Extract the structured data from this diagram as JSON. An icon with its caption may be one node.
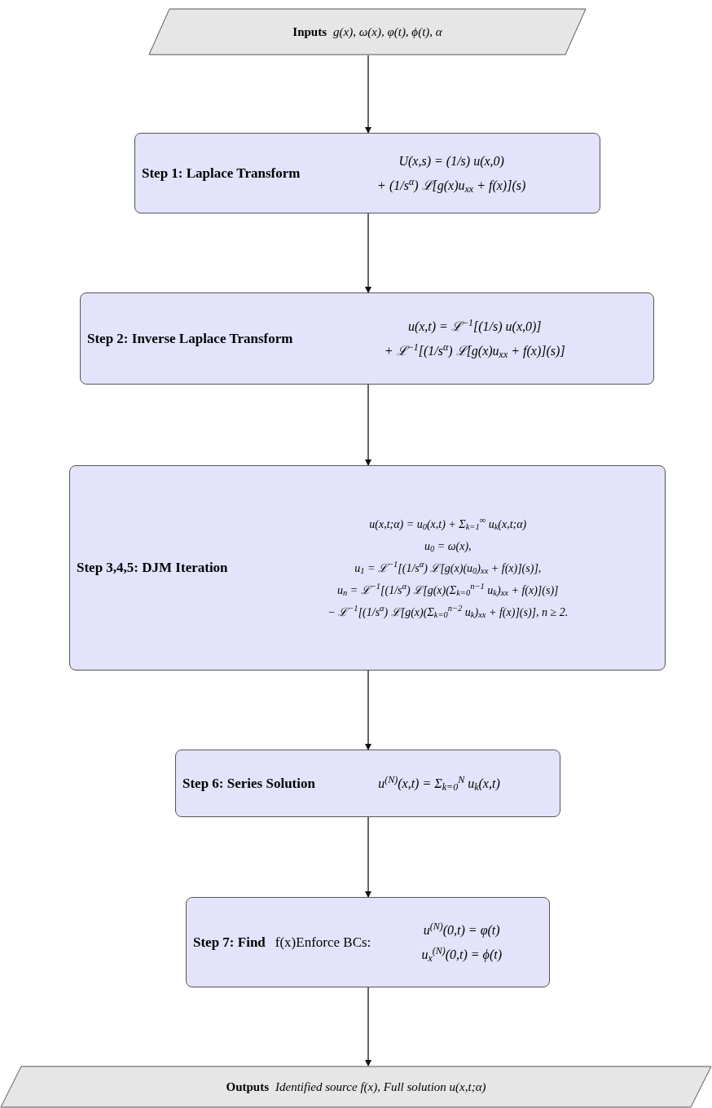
{
  "diagram": {
    "nodes": [
      {
        "text": [
          "Inputs",
          "g(x), ω(x), φ(t), ϕ(t), α"
        ]
      },
      {
        "text": [
          "Step 1: Laplace Transform",
          "U(x,s) = (1/s) u(x,0)",
          "+ (1/s$^{α}$) ℒ[g(x)u$_{xx}$ + f(x)](s)"
        ]
      },
      {
        "text": [
          "Step 2: Inverse Laplace Transform",
          "u(x,t) = ℒ$^{−1}$[(1/s) u(x,0)]",
          "+ ℒ$^{−1}$[(1/s$^{α}$) ℒ[g(x)u$_{xx}$ + f(x)](s)]"
        ]
      },
      {
        "text": [
          "Step 3,4,5: DJM Iteration",
          "u(x,t;α) = u$_{0}$(x,t) + Σ$_{k=1}$$^{∞}$ u$_{k}$(x,t;α)",
          "u$_{0}$ = ω(x),",
          "u$_{1}$ = ℒ$^{−1}$[(1/s$^{α}$) ℒ[g(x)(u$_{0}$)$_{xx}$ + f(x)](s)],",
          "u$_{n}$ = ℒ$^{−1}$[(1/s$^{α}$) ℒ[g(x)(Σ$_{k=0}$$^{n−1}$ u$_{k}$)$_{xx}$ + f(x)](s)]",
          "− ℒ$^{−1}$[(1/s$^{α}$) ℒ[g(x)(Σ$_{k=0}$$^{n−2}$ u$_{k}$)$_{xx}$ + f(x)](s)], n ≥ 2."
        ]
      },
      {
        "text": [
          "Step 6: Series Solution",
          "u$^{(N)}$(x,t) = Σ$_{k=0}$$^{N}$ u$_{k}$(x,t)"
        ]
      },
      {
        "text": [
          "Step 7: Find",
          "f(x)Enforce BCs:",
          "u$^{(N)}$(0,t) = φ(t)",
          "u$_{x}$$^{(N)}$(0,t) = ϕ(t)"
        ]
      },
      {
        "text": [
          "Outputs",
          "Identified source f(x), Full solution u(x,t;α)"
        ]
      }
    ],
    "edges": [
      {
        "from": 0,
        "to": 1,
        "arrow": "to"
      },
      {
        "from": 1,
        "to": 2,
        "arrow": "to"
      },
      {
        "from": 2,
        "to": 3,
        "arrow": "to"
      },
      {
        "from": 3,
        "to": 4,
        "arrow": "to"
      },
      {
        "from": 4,
        "to": 5,
        "arrow": "to"
      },
      {
        "from": 5,
        "to": 6,
        "arrow": "to"
      }
    ]
  }
}
